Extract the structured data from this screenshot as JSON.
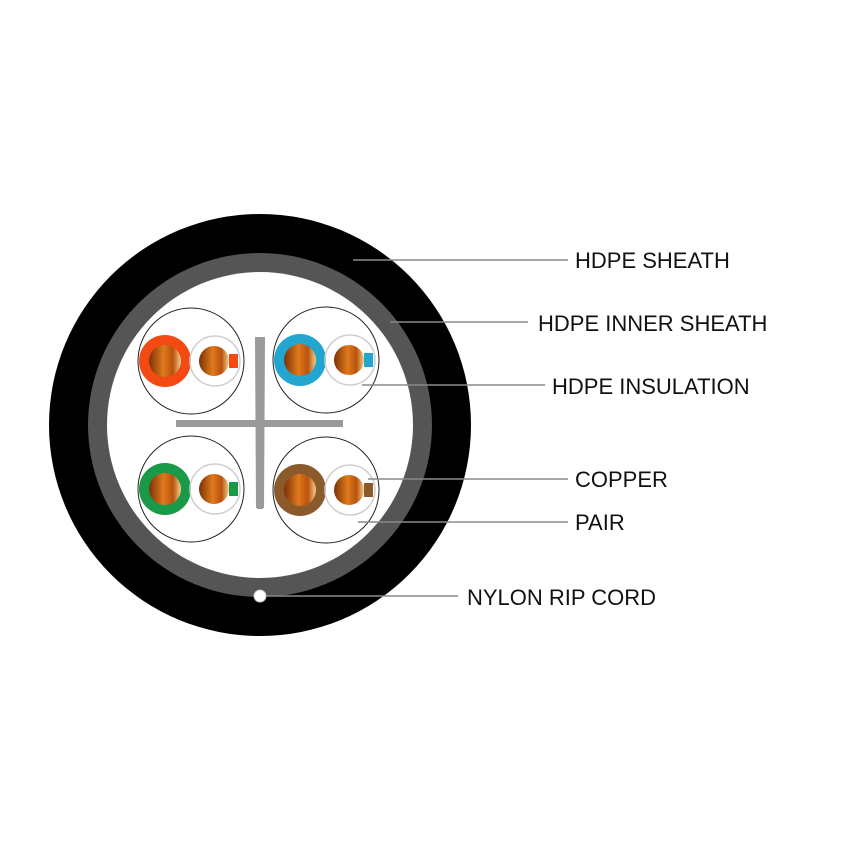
{
  "colors": {
    "outer_sheath": "#000000",
    "inner_sheath": "#555555",
    "core_background": "#ffffff",
    "separator": "#999999",
    "copper": "#d2691e",
    "copper_dark": "#8b3a0a"
  },
  "pairs": [
    {
      "name": "orange",
      "color": "#f24a12"
    },
    {
      "name": "blue",
      "color": "#22a6cf"
    },
    {
      "name": "green",
      "color": "#1a9a48"
    },
    {
      "name": "brown",
      "color": "#8a5a2b"
    }
  ],
  "labels": {
    "hdpe_sheath": "HDPE SHEATH",
    "hdpe_inner_sheath": "HDPE INNER SHEATH",
    "hdpe_insulation": "HDPE INSULATION",
    "copper": "COPPER",
    "pair": "PAIR",
    "nylon_rip_cord": "NYLON RIP CORD"
  }
}
